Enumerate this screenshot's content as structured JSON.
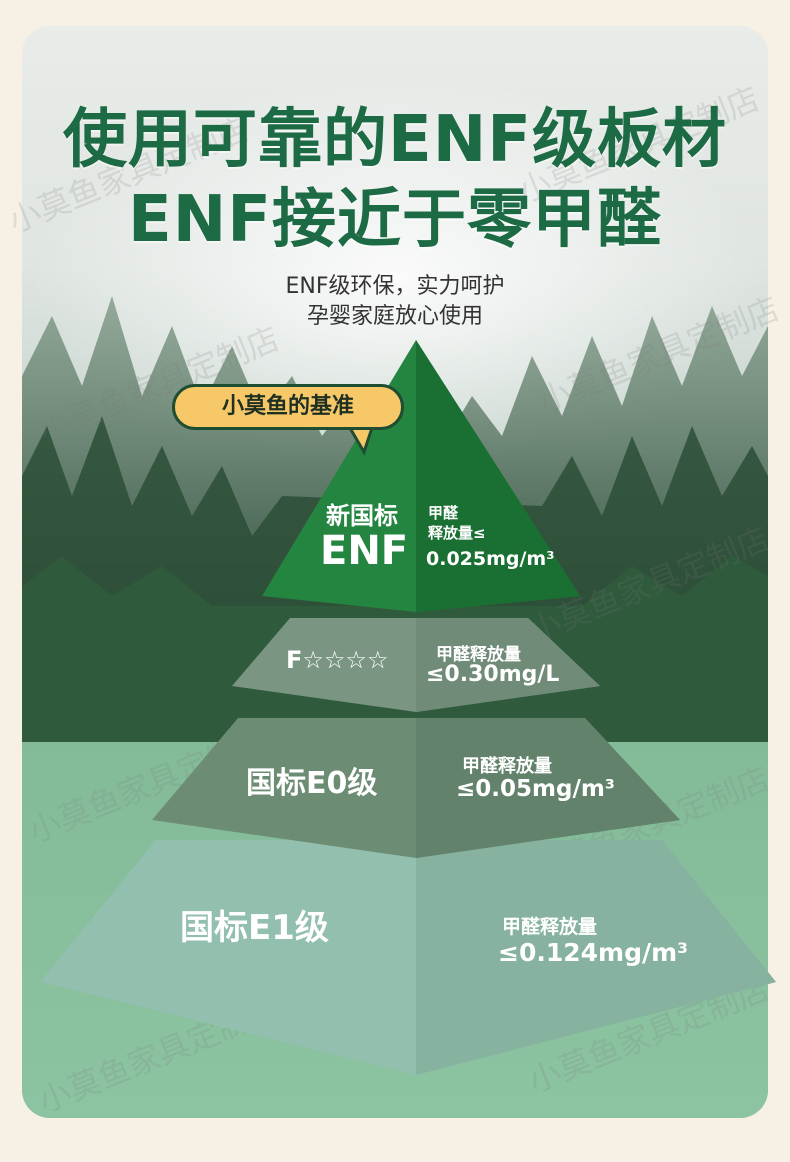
{
  "headline": {
    "line1": "使用可靠的ENF级板材",
    "line2": "ENF接近于零甲醛"
  },
  "subtitle": {
    "line1": "ENF级环保，实力呵护",
    "line2": "孕婴家庭放心使用"
  },
  "badge": {
    "label": "小莫鱼的基准"
  },
  "levels": [
    {
      "name_line1": "新国标",
      "name_line2": "ENF",
      "desc_line1": "甲醛",
      "desc_line2": "释放量≤",
      "value": "0.025mg/m³"
    },
    {
      "name": "F☆☆☆☆",
      "desc": "甲醛释放量",
      "value": "≤0.30mg/L"
    },
    {
      "name": "国标E0级",
      "desc": "甲醛释放量",
      "value": "≤0.05mg/m³"
    },
    {
      "name": "国标E1级",
      "desc": "甲醛释放量",
      "value": "≤0.124mg/m³"
    }
  ],
  "watermark": {
    "text": "小莫鱼家具定制店"
  },
  "colors": {
    "title_green": "#1d6b45",
    "tier1": "#1f7a3c",
    "tier2": "#6f8d78",
    "tier3": "#6a8c72",
    "tier4": "#8fb8a5",
    "badge": "#f7c867"
  }
}
